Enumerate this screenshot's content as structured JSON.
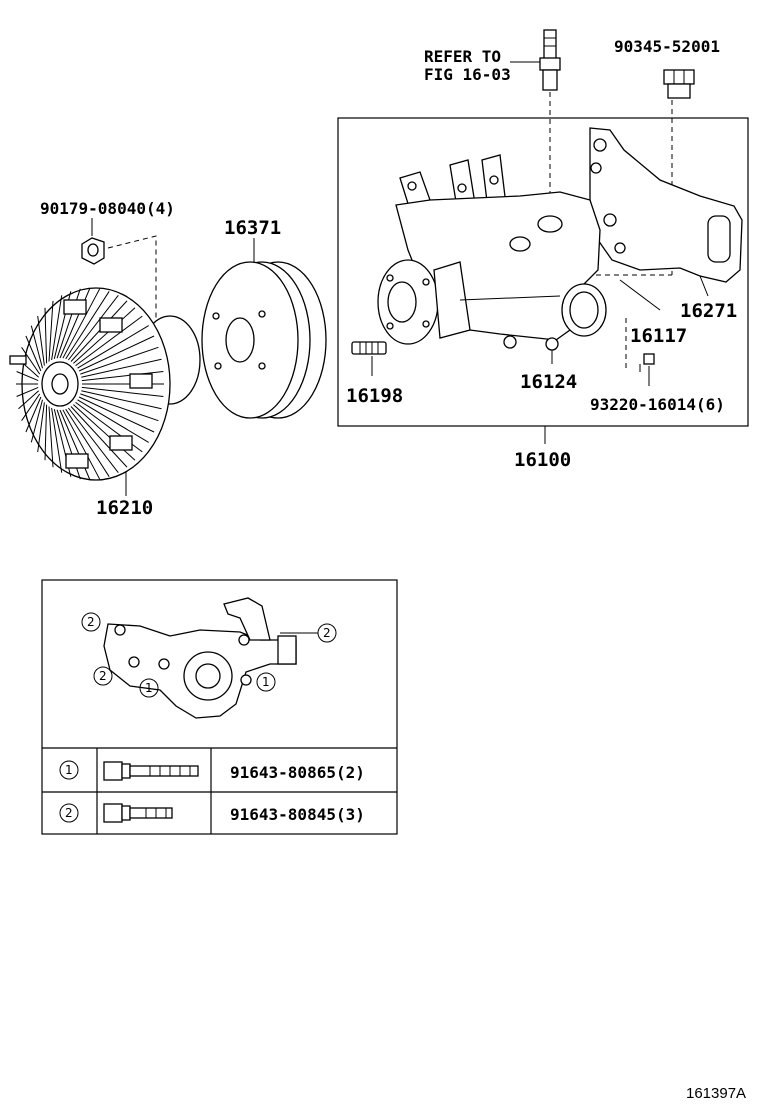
{
  "callouts": {
    "refer_to_line1": "REFER TO",
    "refer_to_line2": "FIG 16-03",
    "p90345": "90345-52001",
    "p90179": "90179-08040(4)",
    "p16371": "16371",
    "p16271": "16271",
    "p16117": "16117",
    "p16198": "16198",
    "p16124": "16124",
    "p93220": "93220-16014(6)",
    "p16100": "16100",
    "p16210": "16210"
  },
  "bolt_table": {
    "rows": [
      {
        "marker": "1",
        "part_number": "91643-80865(2)"
      },
      {
        "marker": "2",
        "part_number": "91643-80845(3)"
      }
    ]
  },
  "inset_markers": [
    "2",
    "2",
    "1",
    "2",
    "1"
  ],
  "reference_code": "161397A"
}
